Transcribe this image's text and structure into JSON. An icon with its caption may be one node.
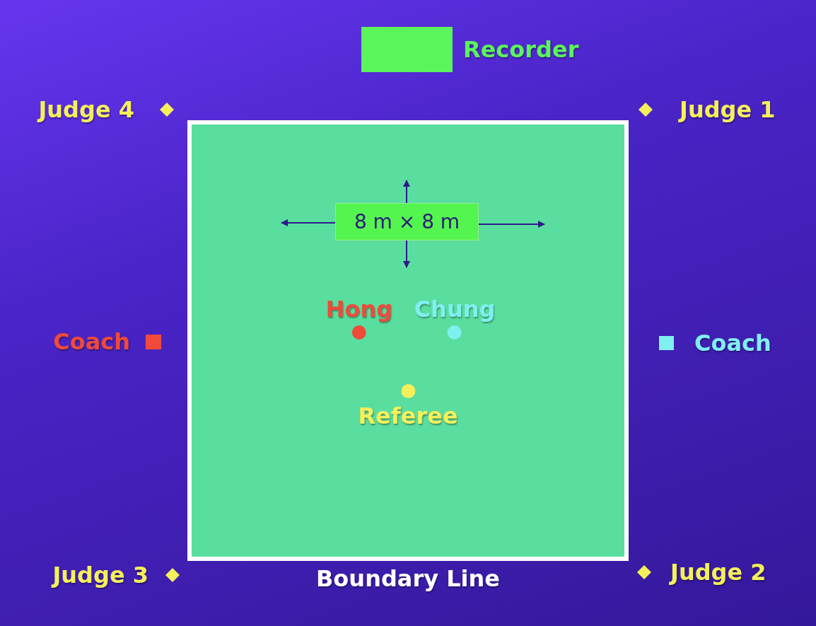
{
  "diagram": {
    "nodes": [
      {
        "text": [],
        "shape": "box",
        "beside": [
          "Recorder"
        ]
      },
      {
        "text": [],
        "shape": "diamond",
        "beside": [
          "Judge 4"
        ]
      },
      {
        "text": [],
        "shape": "diamond",
        "beside": [
          "Judge 1"
        ]
      },
      {
        "text": [],
        "shape": "box",
        "beside": [
          "Boundary Line"
        ]
      },
      {
        "text": [
          "8 m × 8 m"
        ],
        "in": 3
      },
      {
        "text": [],
        "shape": "circle",
        "beside": [
          "Hong"
        ],
        "in": 3
      },
      {
        "text": [],
        "shape": "circle",
        "beside": [
          "Chung"
        ],
        "in": 3
      },
      {
        "text": [],
        "shape": "box",
        "beside": [
          "Coach"
        ]
      },
      {
        "text": [],
        "shape": "box",
        "beside": [
          "Coach"
        ]
      },
      {
        "text": [],
        "shape": "circle",
        "beside": [
          "Referee"
        ],
        "in": 3
      },
      {
        "text": [],
        "shape": "diamond",
        "beside": [
          "Judge 3"
        ]
      },
      {
        "text": [],
        "shape": "diamond",
        "beside": [
          "Judge 2"
        ]
      }
    ]
  }
}
